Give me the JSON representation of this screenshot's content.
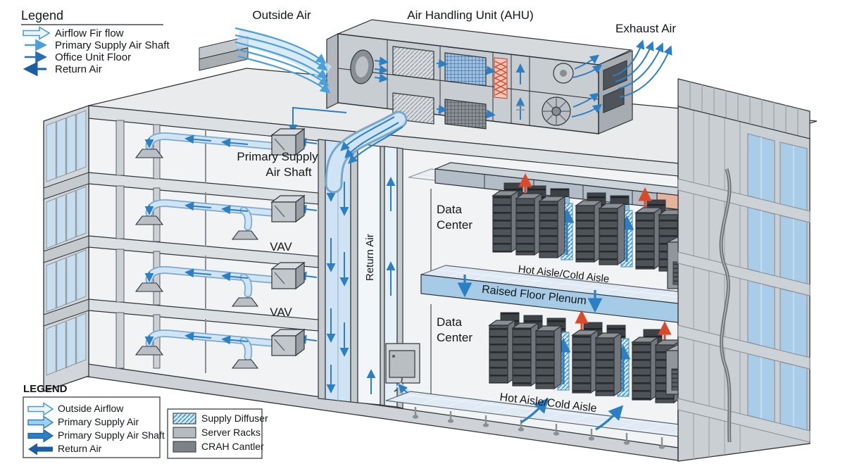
{
  "legend_top": {
    "title": "Legend",
    "items": [
      {
        "label": "Airflow Fir flow",
        "icon": "outline-block-arrow"
      },
      {
        "label": "Primary Supply Air Shaft",
        "icon": "light-blue-arrow"
      },
      {
        "label": "Office Unit Floor",
        "icon": "medium-blue-arrow"
      },
      {
        "label": "Return Air",
        "icon": "dark-blue-left-arrow"
      }
    ]
  },
  "legend_bottom": {
    "title": "LEGEND",
    "items": [
      {
        "label": "Outside Airflow",
        "icon": "outline-block-arrow"
      },
      {
        "label": "Primary Supply Air",
        "icon": "light-filled-block-arrow"
      },
      {
        "label": "Primary Supply Air Shaft",
        "icon": "solid-blue-block-arrow"
      },
      {
        "label": "Return Air",
        "icon": "dark-blue-left-block-arrow"
      }
    ]
  },
  "legend_swatches": {
    "items": [
      {
        "label": "Supply Diffuser",
        "swatch": "hatched-blue"
      },
      {
        "label": "Server Racks",
        "swatch": "light-gray"
      },
      {
        "label": "CRAH Cantler",
        "swatch": "dark-gray"
      }
    ]
  },
  "labels": {
    "outside_air": "Outside Air",
    "ahu": "Air Handling Unit (AHU)",
    "exhaust_air": "Exhaust Air",
    "primary_supply_line1": "Primary Supply",
    "primary_supply_line2": "Air Shaft",
    "vav_upper": "VAV",
    "vav_lower": "VAV",
    "return_air_shaft": "Return Air",
    "data_center_upper_line1": "Data",
    "data_center_upper_line2": "Center",
    "data_center_lower_line1": "Data",
    "data_center_lower_line2": "Center",
    "hot_aisle_upper": "Hot Aisle/Cold Aisle",
    "hot_aisle_lower": "Hot Aisle/Cold Aisle",
    "raised_floor_plenum": "Raised Floor Plenum"
  },
  "colors": {
    "outside_airflow_outline": "#4a9ad4",
    "primary_supply_light": "#9fd0ee",
    "primary_supply": "#2b7fc4",
    "return_air": "#1b5ea6",
    "hot_air": "#d84a2a",
    "duct_fill": "#cfe4f4",
    "plenum": "#a6cbe6",
    "server_rack": "#4e5358",
    "crah": "#8f969c"
  }
}
